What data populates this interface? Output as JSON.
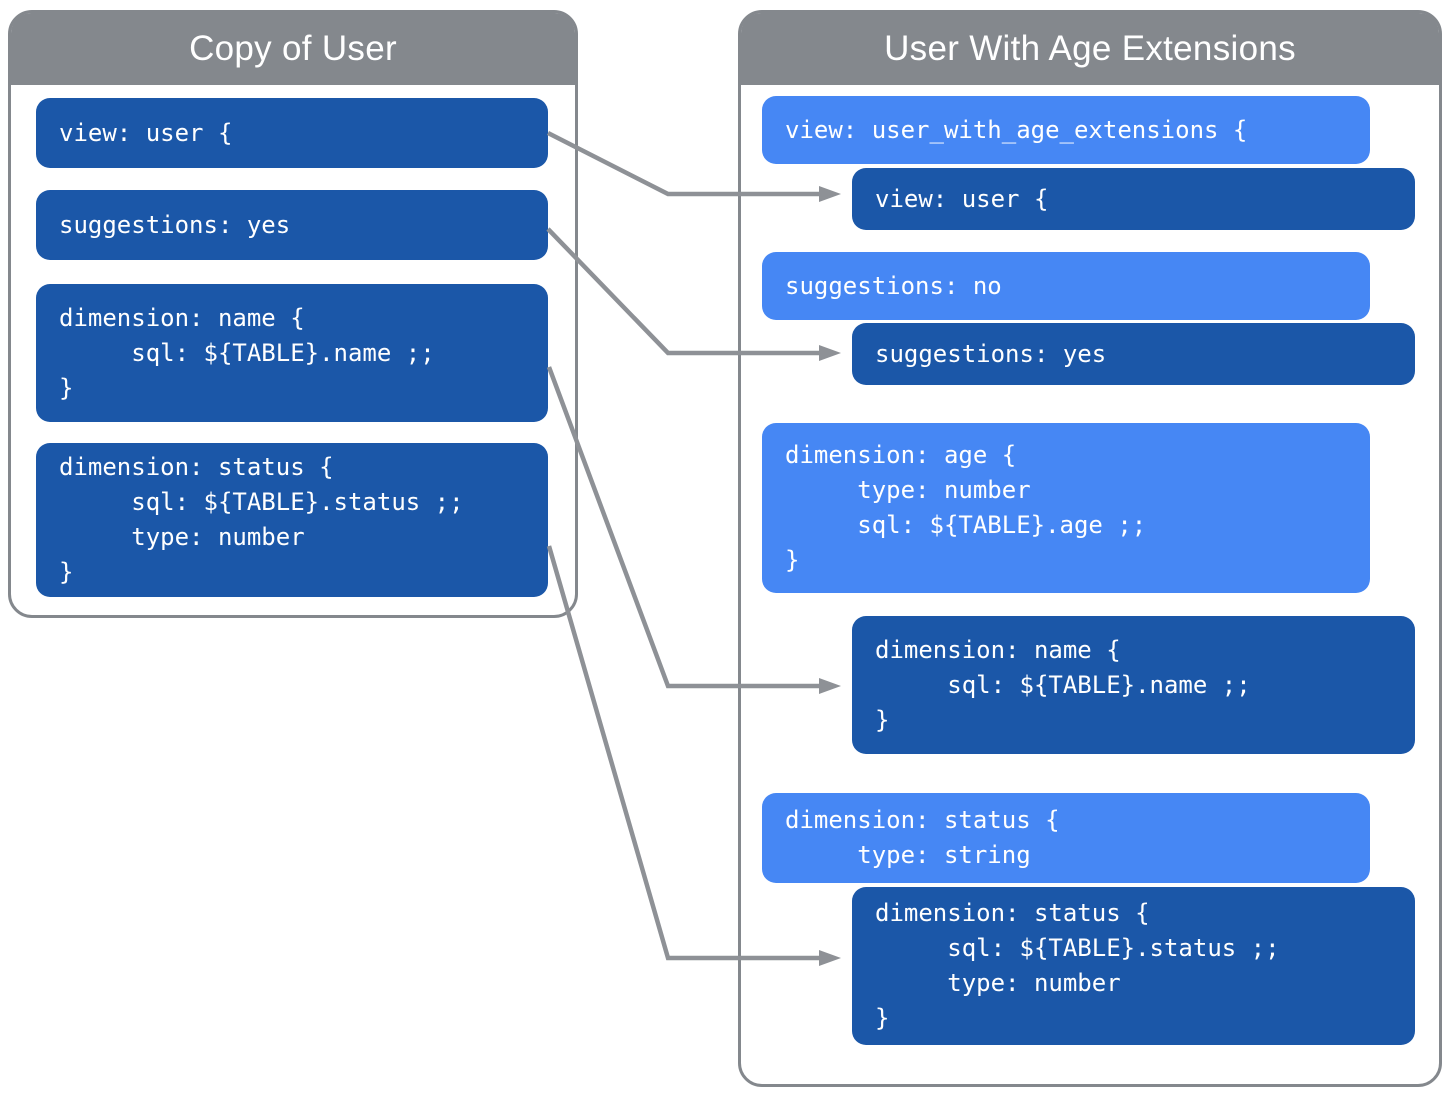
{
  "left_panel": {
    "title": "Copy of User",
    "boxes": [
      {
        "id": "view-user",
        "style": "dark",
        "text": "view: user {"
      },
      {
        "id": "suggestions-yes",
        "style": "dark",
        "text": "suggestions: yes"
      },
      {
        "id": "dimension-name",
        "style": "dark",
        "text": "dimension: name {\n     sql: ${TABLE}.name ;;\n}"
      },
      {
        "id": "dimension-status",
        "style": "dark",
        "text": "dimension: status {\n     sql: ${TABLE}.status ;;\n     type: number\n}"
      }
    ]
  },
  "right_panel": {
    "title": "User With Age Extensions",
    "boxes": [
      {
        "id": "view-user-with-age-extensions",
        "style": "light",
        "text": "view: user_with_age_extensions {"
      },
      {
        "id": "view-user-inherited",
        "style": "dark",
        "text": "view: user {"
      },
      {
        "id": "suggestions-no",
        "style": "light",
        "text": "suggestions: no"
      },
      {
        "id": "suggestions-yes-inherited",
        "style": "dark",
        "text": "suggestions: yes"
      },
      {
        "id": "dimension-age",
        "style": "light",
        "text": "dimension: age {\n     type: number\n     sql: ${TABLE}.age ;;\n}"
      },
      {
        "id": "dimension-name-inherited",
        "style": "dark",
        "text": "dimension: name {\n     sql: ${TABLE}.name ;;\n}"
      },
      {
        "id": "dimension-status-override",
        "style": "light",
        "text": "dimension: status {\n     type: string"
      },
      {
        "id": "dimension-status-inherited",
        "style": "dark",
        "text": "dimension: status {\n     sql: ${TABLE}.status ;;\n     type: number\n}"
      }
    ]
  },
  "connectors": [
    {
      "from": "view: user {",
      "to": "view: user {"
    },
    {
      "from": "suggestions: yes",
      "to": "suggestions: yes"
    },
    {
      "from": "dimension: name",
      "to": "dimension: name"
    },
    {
      "from": "dimension: status",
      "to": "dimension: status"
    }
  ],
  "colors": {
    "dark_blue": "#1b57a8",
    "light_blue": "#4687f4",
    "header_gray": "#84888d",
    "connector_gray": "#8e9196",
    "text_white": "#ffffff",
    "background": "#ffffff"
  }
}
